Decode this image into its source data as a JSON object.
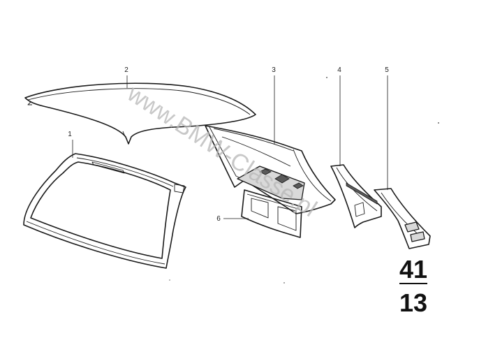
{
  "diagram": {
    "watermark": "www.BMW-Classe.pl",
    "group_code": {
      "main_group": "41",
      "sub_group": "13"
    },
    "callouts": [
      {
        "number": "1",
        "part": "windshield-frame"
      },
      {
        "number": "2",
        "part": "roof-panel"
      },
      {
        "number": "3",
        "part": "rear-window-frame"
      },
      {
        "number": "4",
        "part": "c-pillar-panel"
      },
      {
        "number": "5",
        "part": "c-pillar-trim"
      },
      {
        "number": "6",
        "part": "rear-parcel-shelf-panel"
      }
    ]
  }
}
